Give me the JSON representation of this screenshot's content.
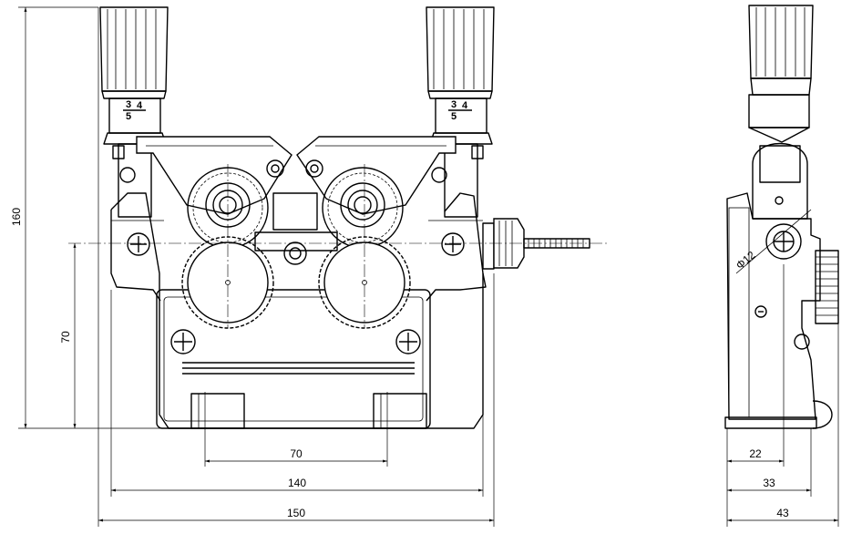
{
  "dimensions": {
    "height_total": "160",
    "height_axis": "70",
    "roller_spacing": "70",
    "width_base": "140",
    "width_total": "150",
    "side_22": "22",
    "side_33": "33",
    "side_43": "43",
    "diameter": "Φ12"
  },
  "gauge_labels": {
    "left_top": "3",
    "left_bottom": "5",
    "left_right": "4",
    "right_top": "3",
    "right_bottom": "5",
    "right_right": "4"
  }
}
